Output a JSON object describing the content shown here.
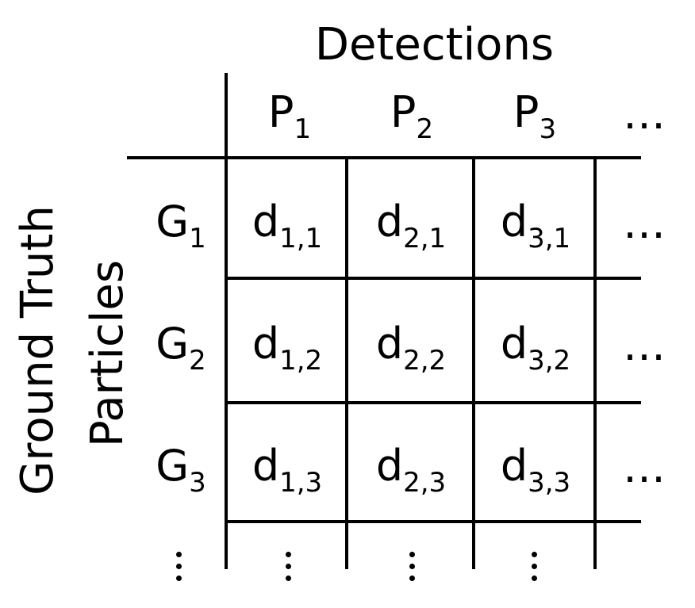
{
  "title": "Detections",
  "ylabel_lines": [
    "Ground Truth",
    "Particles"
  ],
  "columns": [
    {
      "base": "P",
      "sub": "1"
    },
    {
      "base": "P",
      "sub": "2"
    },
    {
      "base": "P",
      "sub": "3"
    }
  ],
  "rows": [
    {
      "base": "G",
      "sub": "1"
    },
    {
      "base": "G",
      "sub": "2"
    },
    {
      "base": "G",
      "sub": "3"
    }
  ],
  "cells": [
    [
      {
        "base": "d",
        "sub": "1,1"
      },
      {
        "base": "d",
        "sub": "2,1"
      },
      {
        "base": "d",
        "sub": "3,1"
      }
    ],
    [
      {
        "base": "d",
        "sub": "1,2"
      },
      {
        "base": "d",
        "sub": "2,2"
      },
      {
        "base": "d",
        "sub": "3,2"
      }
    ],
    [
      {
        "base": "d",
        "sub": "1,3"
      },
      {
        "base": "d",
        "sub": "2,3"
      },
      {
        "base": "d",
        "sub": "3,3"
      }
    ]
  ],
  "ellipsis": "…"
}
